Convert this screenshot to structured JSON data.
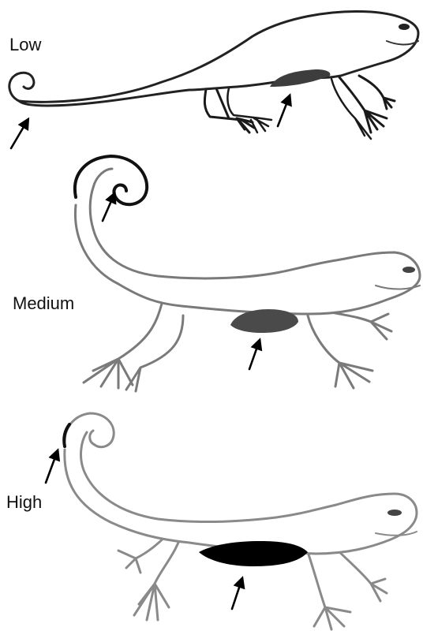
{
  "panels": [
    {
      "label": "Low",
      "fat_color": "#3d3d3d",
      "line_color": "#2a2a2a"
    },
    {
      "label": "Medium",
      "fat_color": "#4a4a4a",
      "line_color": "#7a7a7a"
    },
    {
      "label": "High",
      "fat_color": "#000000",
      "line_color": "#8a8a8a"
    }
  ]
}
